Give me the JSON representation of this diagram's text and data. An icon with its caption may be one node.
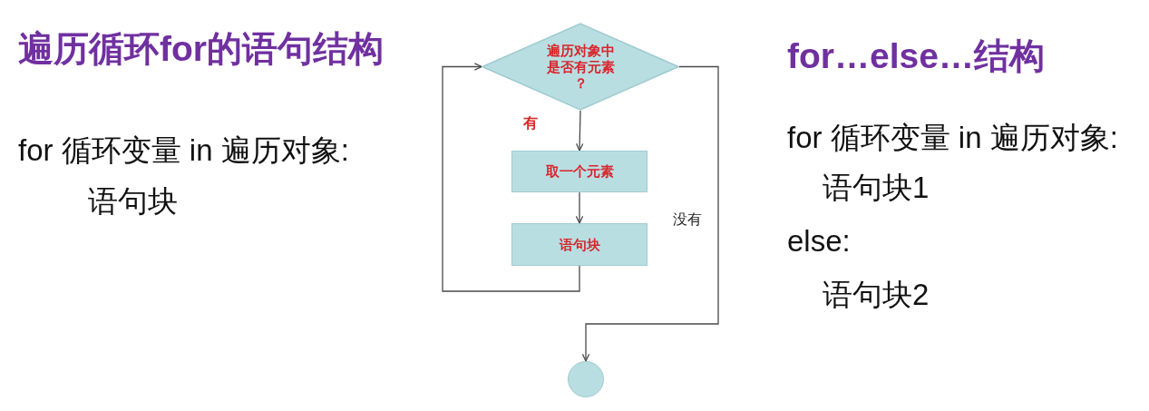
{
  "diagram": {
    "nodes": [
      {
        "text": [
          "遍历对象中是否有元素？"
        ]
      },
      {
        "text": [
          "取一个元素"
        ]
      },
      {
        "text": [
          "语句块"
        ]
      },
      {
        "text": [],
        "shape": "circle"
      }
    ],
    "edges": [
      {
        "from": 0,
        "to": 1,
        "arrow": "to",
        "label": "有"
      },
      {
        "from": 1,
        "to": 2,
        "arrow": "to"
      },
      {
        "from": 2,
        "to": 0,
        "arrow": "to"
      },
      {
        "from": 0,
        "to": 3,
        "arrow": "to",
        "label": "没有"
      }
    ],
    "labels": [
      "遍历循环for的语句结构",
      "for 循环变量 in 遍历对象:",
      "语句块",
      "for…else…结构",
      "for 循环变量 in 遍历对象:",
      "语句块1",
      "else:",
      "语句块2"
    ]
  }
}
